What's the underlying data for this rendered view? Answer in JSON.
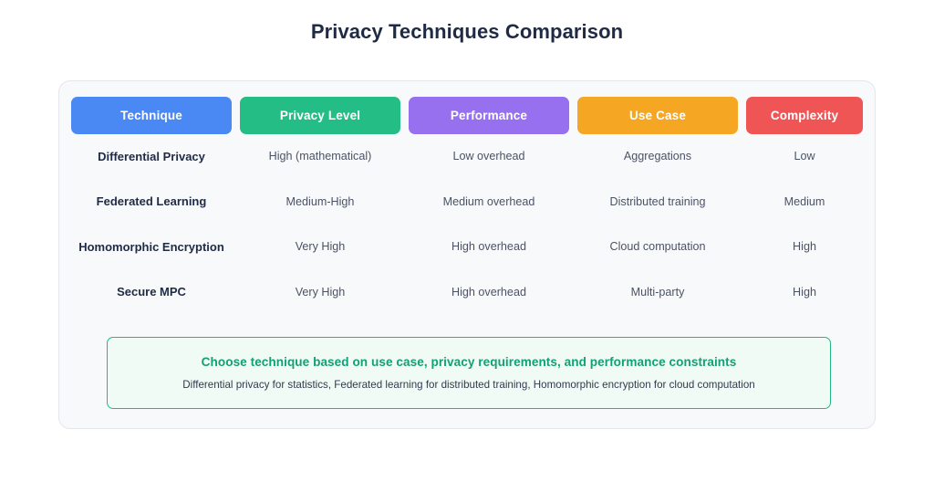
{
  "page": {
    "title": "Privacy Techniques Comparison",
    "background_color": "#ffffff"
  },
  "card": {
    "background_color": "#f8f9fb",
    "border_color": "#e4e6ec"
  },
  "table": {
    "columns": [
      {
        "label": "Technique",
        "color": "#4a89f3"
      },
      {
        "label": "Privacy Level",
        "color": "#24bd85"
      },
      {
        "label": "Performance",
        "color": "#9770f0"
      },
      {
        "label": "Use Case",
        "color": "#f5a623"
      },
      {
        "label": "Complexity",
        "color": "#f05555"
      }
    ],
    "rows": [
      {
        "technique": "Differential Privacy",
        "privacy_level": "High (mathematical)",
        "performance": "Low overhead",
        "use_case": "Aggregations",
        "complexity": "Low"
      },
      {
        "technique": "Federated Learning",
        "privacy_level": "Medium-High",
        "performance": "Medium overhead",
        "use_case": "Distributed training",
        "complexity": "Medium"
      },
      {
        "technique": "Homomorphic Encryption",
        "privacy_level": "Very High",
        "performance": "High overhead",
        "use_case": "Cloud computation",
        "complexity": "High"
      },
      {
        "technique": "Secure MPC",
        "privacy_level": "Very High",
        "performance": "High overhead",
        "use_case": "Multi-party",
        "complexity": "High"
      }
    ]
  },
  "callout": {
    "title": "Choose technique based on use case, privacy requirements, and performance constraints",
    "subtitle": "Differential privacy for statistics, Federated learning for distributed training, Homomorphic encryption for cloud computation",
    "border_color": "#22b981",
    "background_color": "#f1fbf6",
    "title_color": "#12a074"
  }
}
